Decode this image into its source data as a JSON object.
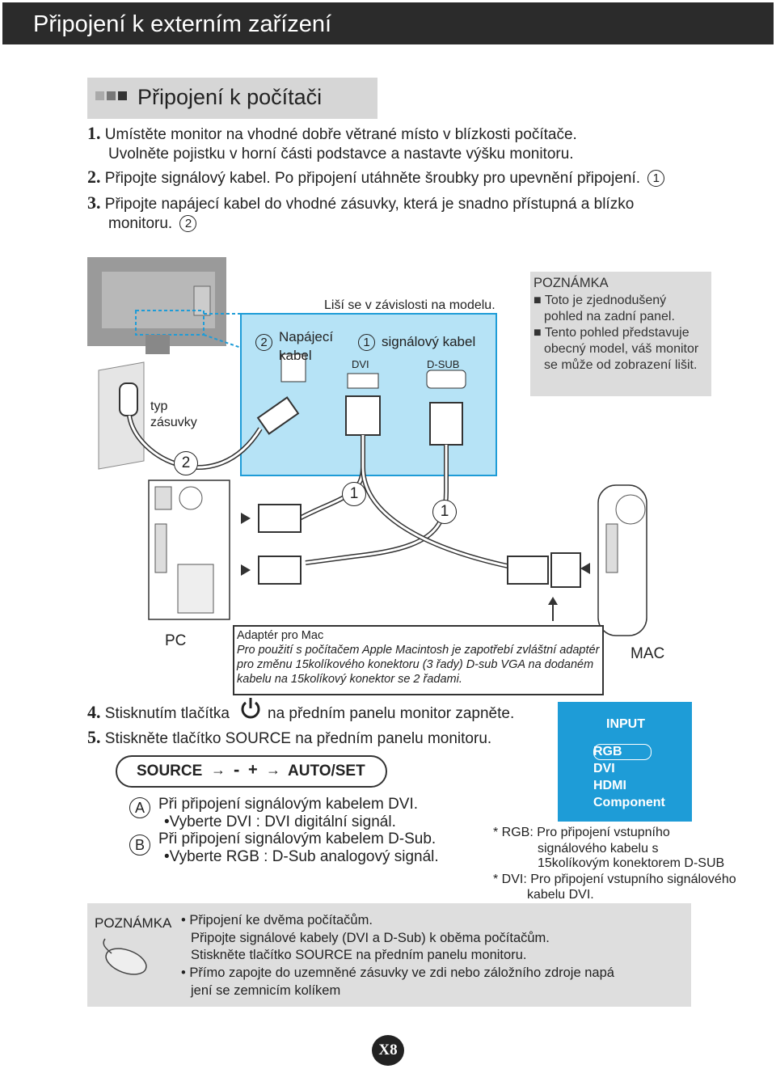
{
  "header": {
    "title": "Připojení k externím zařízení"
  },
  "section": {
    "title": "Připojení k počítači"
  },
  "steps": {
    "s1_num": "1.",
    "s1_line1": "Umístěte monitor na vhodné dobře větrané místo v blízkosti počítače.",
    "s1_line2": "Uvolněte pojistku v horní části podstavce a nastavte výšku monitoru.",
    "s2_num": "2.",
    "s2_text": "Připojte signálový kabel. Po připojení utáhněte šroubky pro upevnění připojení.",
    "s2_circle": "1",
    "s3_num": "3.",
    "s3_line1": "Připojte napájecí kabel do vhodné zásuvky, která je snadno přístupná a blízko",
    "s3_line2": "monitoru.",
    "s3_circle": "2"
  },
  "diagram": {
    "varies": "Liší se v závislosti na modelu.",
    "power_num": "2",
    "power_label_1": "Napájecí",
    "power_label_2": "kabel",
    "signal_num": "1",
    "signal_label": "signálový kabel",
    "dvi": "DVI",
    "dsub": "D-SUB",
    "outlet_1": "typ",
    "outlet_2": "zásuvky",
    "marker_2": "2",
    "marker_1a": "1",
    "marker_1b": "1",
    "pc": "PC",
    "mac": "MAC"
  },
  "note1": {
    "title": "POZNÁMKA",
    "b1_l1": "Toto je zjednodušený",
    "b1_l2": "pohled na zadní panel.",
    "b2_l1": "Tento pohled představuje",
    "b2_l2": "obecný model, váš monitor",
    "b2_l3": "se může od zobrazení lišit."
  },
  "mac_adapter": {
    "title": "Adaptér pro Mac",
    "l1": "Pro použití s počítačem Apple Macintosh je zapotřebí zvláštní adaptér",
    "l2": "pro změnu 15kolíkového konektoru (3 řady) D-sub VGA na dodaném",
    "l3": "kabelu na 15kolíkový konektor se 2 řadami."
  },
  "steps2": {
    "s4_num": "4.",
    "s4_a": "Stisknutím tlačítka",
    "s4_b": "na předním panelu monitor zapněte.",
    "s5_num": "5.",
    "s5_text": "Stiskněte tlačítko SOURCE na předním panelu monitoru."
  },
  "source_bar": {
    "source": "SOURCE",
    "minus": "-",
    "plus": "+",
    "auto": "AUTO/SET"
  },
  "options": {
    "a_letter": "A",
    "a_l1": "Při připojení signálovým kabelem DVI.",
    "a_l2": "•Vyberte DVI : DVI  digitální signál.",
    "b_letter": "B",
    "b_l1": "Při připojení signálovým kabelem D-Sub.",
    "b_l2": "•Vyberte RGB : D-Sub analogový signál."
  },
  "input_panel": {
    "title": "INPUT",
    "items": [
      "RGB",
      "DVI",
      "HDMI",
      "Component"
    ]
  },
  "footnotes": {
    "rgb_1": "* RGB: Pro připojení vstupního",
    "rgb_2": "signálového kabelu s",
    "rgb_3": "15kolíkovým konektorem D-SUB",
    "dvi_1": "* DVI: Pro připojení vstupního signálového",
    "dvi_2": "kabelu DVI."
  },
  "note2": {
    "title": "POZNÁMKA",
    "b1_l1": "Připojení ke dvěma počítačům.",
    "b1_l2": "Připojte signálové kabely (DVI a D-Sub) k oběma počítačům.",
    "b1_l3": "Stiskněte tlačítko SOURCE na předním panelu monitoru.",
    "b2_l1": "Přímo zapojte do uzemněné zásuvky ve zdi nebo záložního zdroje napá",
    "b2_l2": "jení se zemnicím kolíkem"
  },
  "page": {
    "number": "X8"
  },
  "colors": {
    "accent": "#1e9cd7",
    "banner": "#2b2b2b",
    "note_bg": "#dedede"
  }
}
